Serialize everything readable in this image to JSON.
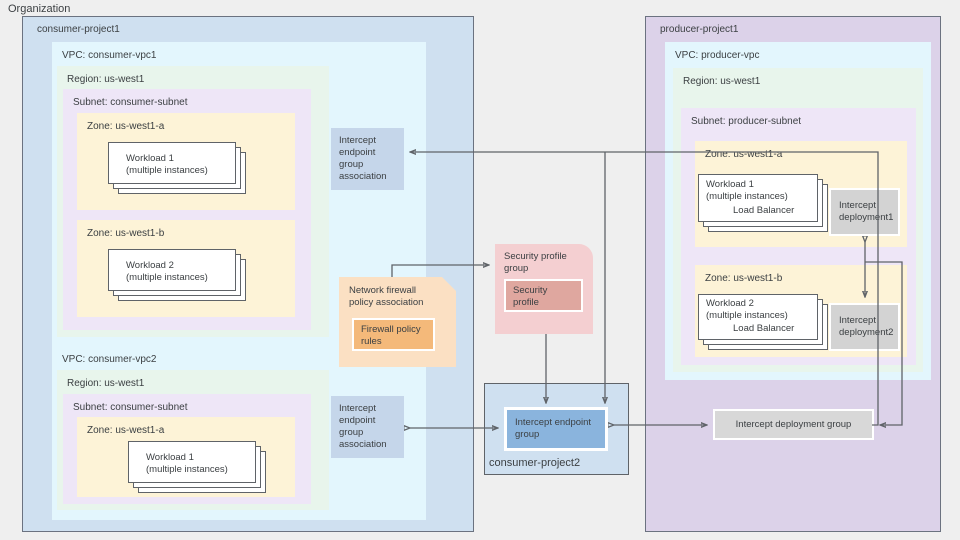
{
  "diagram": {
    "org_label": "Organization",
    "accent_colors": {
      "consumer_project": "#cfe0f0",
      "producer_project": "#dcd2e9",
      "vpc": "#e3f6fd",
      "region": "#e8f5ec",
      "subnet": "#eee6f7",
      "zone": "#fdf3d7",
      "security_profile_group": "#f4cfd1",
      "security_profile": "#dfa79f",
      "firewall_association": "#fbe0c3",
      "firewall_rules": "#f4b97a",
      "intercept_endpoint_group": "#8ab4dd",
      "intercept_endpoint_group_association": "#c5d6ea",
      "intercept_deployment": "#d3d3d3",
      "background": "#efefef",
      "stroke": "#5f6368"
    }
  },
  "consumer_project1": {
    "title": "consumer-project1",
    "vpc1": {
      "title": "VPC: consumer-vpc1",
      "region": {
        "title": "Region: us-west1",
        "subnet": {
          "title": "Subnet: consumer-subnet",
          "zones": [
            {
              "title": "Zone: us-west1-a",
              "workload": "Workload 1\n(multiple instances)"
            },
            {
              "title": "Zone: us-west1-b",
              "workload": "Workload 2\n(multiple instances)"
            }
          ]
        }
      }
    },
    "vpc2": {
      "title": "VPC: consumer-vpc2",
      "region": {
        "title": "Region: us-west1",
        "subnet": {
          "title": "Subnet: consumer-subnet",
          "zones": [
            {
              "title": "Zone: us-west1-a",
              "workload": "Workload 1\n(multiple instances)"
            }
          ]
        }
      }
    },
    "ieg_association_1": "Intercept\nendpoint\ngroup\nassociation",
    "ieg_association_2": "Intercept\nendpoint\ngroup\nassociation"
  },
  "middle": {
    "firewall_association_title": "Network firewall\npolicy association",
    "firewall_rules_label": "Firewall policy\nrules",
    "security_profile_group_title": "Security profile\ngroup",
    "security_profile_label": "Security\nprofile"
  },
  "consumer_project2": {
    "title": "consumer-project2",
    "intercept_endpoint_group": "Intercept endpoint\ngroup"
  },
  "producer_project1": {
    "title": "producer-project1",
    "vpc": {
      "title": "VPC: producer-vpc",
      "region": {
        "title": "Region: us-west1",
        "subnet": {
          "title": "Subnet: producer-subnet",
          "zones": [
            {
              "title": "Zone: us-west1-a",
              "workload": "Workload 1\n(multiple instances)",
              "load_balancer": "Load Balancer",
              "deployment": "Intercept\ndeployment1"
            },
            {
              "title": "Zone: us-west1-b",
              "workload": "Workload 2\n(multiple instances)",
              "load_balancer": "Load Balancer",
              "deployment": "Intercept\ndeployment2"
            }
          ]
        }
      }
    },
    "deployment_group": "Intercept deployment group"
  }
}
